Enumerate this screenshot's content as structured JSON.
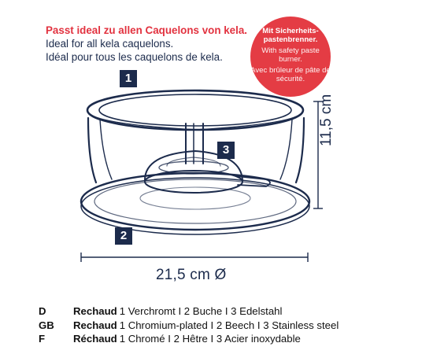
{
  "intro": {
    "de": "Passt ideal zu allen Caquelons von kela.",
    "gb": "Ideal for all kela caquelons.",
    "fr": "Idéal pour tous les caquelons de kela."
  },
  "badge": {
    "de": "Mit Sicherheits-pastenbrenner.",
    "gb": "With safety paste burner.",
    "fr": "Avec brûleur de pâte de sécurité."
  },
  "callouts": {
    "one": "1",
    "two": "2",
    "three": "3"
  },
  "dimensions": {
    "width": "21,5 cm Ø",
    "height": "11,5 cm"
  },
  "legend": [
    {
      "code": "D",
      "product": "Rechaud",
      "parts": "1 Verchromt I 2 Buche I 3 Edelstahl"
    },
    {
      "code": "GB",
      "product": "Rechaud",
      "parts": "1 Chromium-plated I 2 Beech I 3 Stainless steel"
    },
    {
      "code": "F",
      "product": "Réchaud",
      "parts": "1 Chromé I 2 Hêtre I 3 Acier inoxydable"
    }
  ],
  "colors": {
    "navy": "#1c2b4c",
    "red": "#e43c44",
    "intro_red": "#e2323f"
  }
}
